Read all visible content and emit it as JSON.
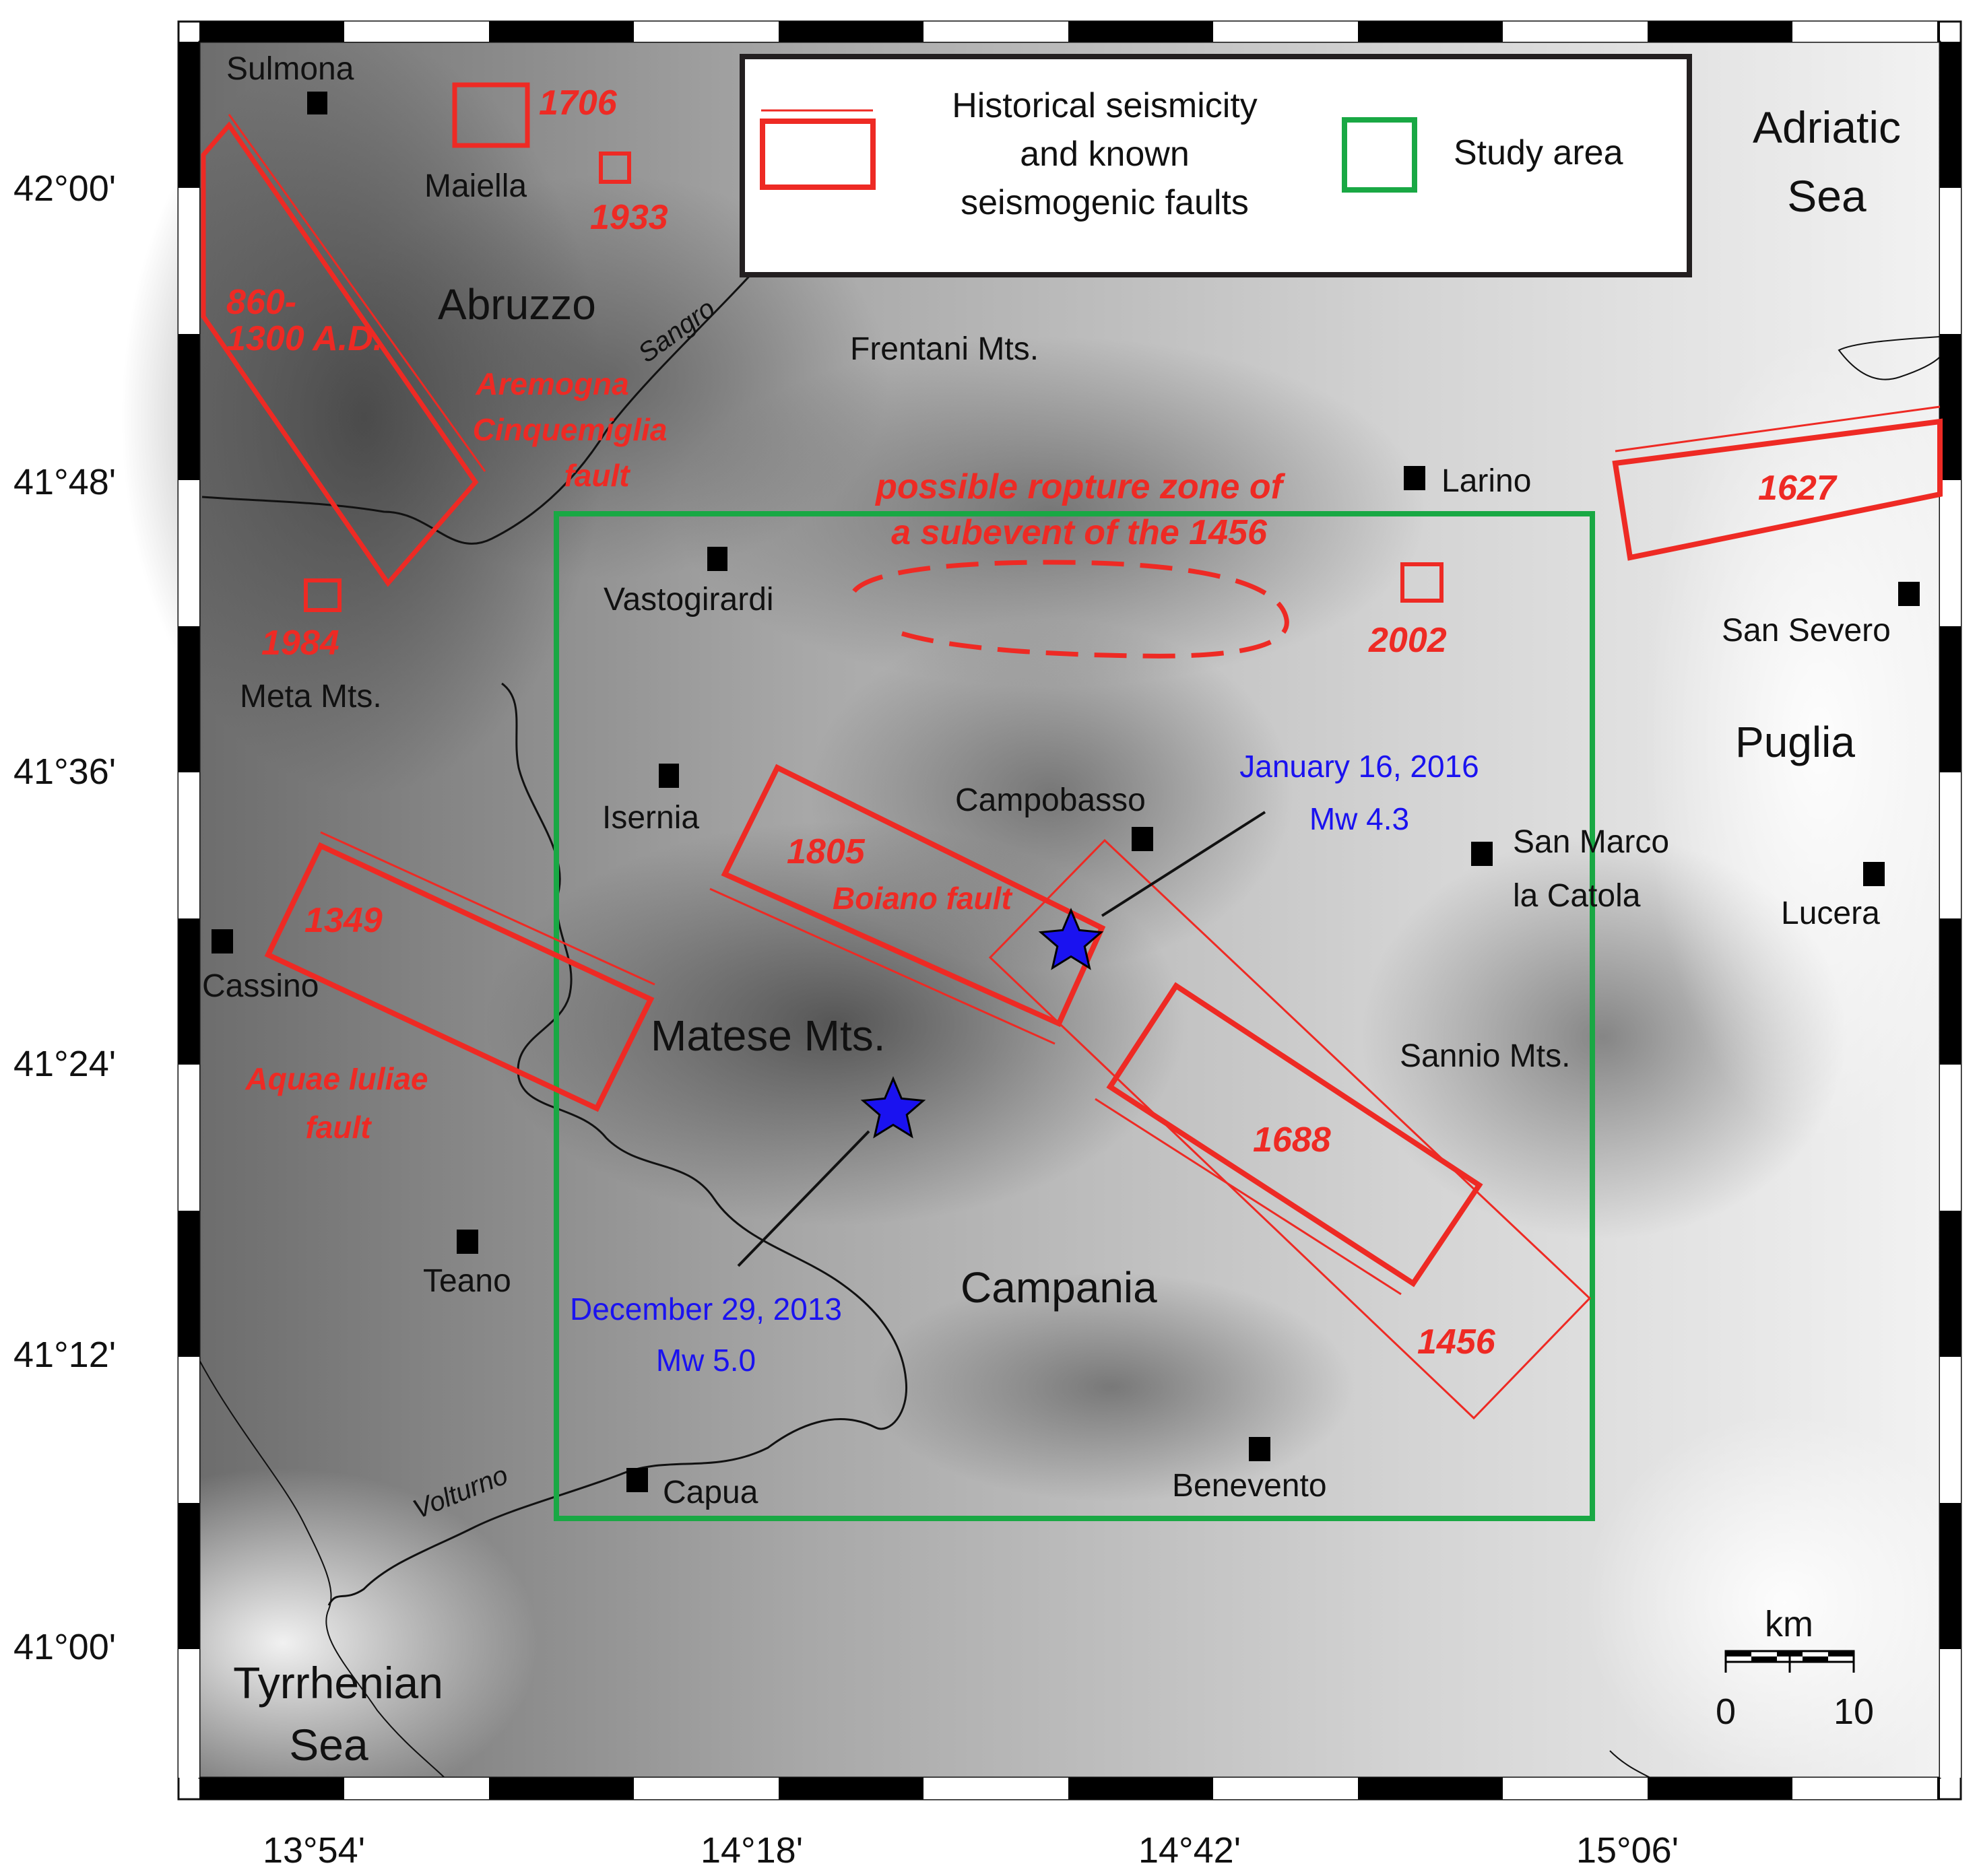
{
  "map": {
    "lat_ticks": [
      "42°00'",
      "41°48'",
      "41°36'",
      "41°24'",
      "41°12'",
      "41°00'"
    ],
    "lon_ticks": [
      "13°54'",
      "14°18'",
      "14°42'",
      "15°06'"
    ]
  },
  "legend": {
    "historical": [
      "Historical seismicity",
      "and known",
      "seismogenic faults"
    ],
    "study_area": "Study area",
    "historical_color": "#ee2a24",
    "study_area_color": "#19a844"
  },
  "places": {
    "sulmona": "Sulmona",
    "maiella": "Maiella",
    "meta": "Meta Mts.",
    "cassino": "Cassino",
    "teano": "Teano",
    "capua": "Capua",
    "isernia": "Isernia",
    "vastogirardi": "Vastogirardi",
    "campobasso": "Campobasso",
    "larino": "Larino",
    "san_marco": [
      "San Marco",
      "la Catola"
    ],
    "benevento": "Benevento",
    "san_severo": "San Severo",
    "lucera": "Lucera",
    "frentani": "Frentani Mts.",
    "sannio": "Sannio Mts."
  },
  "regions": {
    "abruzzo": "Abruzzo",
    "matese": "Matese Mts.",
    "campania": "Campania",
    "puglia": "Puglia"
  },
  "seas": {
    "adriatic": [
      "Adriatic",
      "Sea"
    ],
    "tyrrhenian": [
      "Tyrrhenian",
      "Sea"
    ]
  },
  "rivers": {
    "sangro": "Sangro",
    "volturno": "Volturno"
  },
  "seismicity": {
    "q1706": "1706",
    "q1933": "1933",
    "q860": [
      "860-",
      "1300 A.D."
    ],
    "q1984": "1984",
    "q1349": "1349",
    "q1805": "1805",
    "q1688": "1688",
    "q1456": "1456",
    "q2002": "2002",
    "q1627": "1627",
    "subevent": [
      "possible ropture zone of",
      "a subevent of the 1456"
    ]
  },
  "faults": {
    "aremogna": [
      "Aremogna",
      "Cinquemiglia",
      "fault"
    ],
    "aquae": [
      "Aquae Iuliae",
      "fault"
    ],
    "boiano": "Boiano fault"
  },
  "events": [
    {
      "date": "January 16, 2016",
      "magnitude": "Mw 4.3",
      "marker_color": "#1a12f0"
    },
    {
      "date": "December 29, 2013",
      "magnitude": "Mw 5.0",
      "marker_color": "#1a12f0"
    }
  ],
  "scale": {
    "unit": "km",
    "labels": [
      "0",
      "10"
    ]
  }
}
